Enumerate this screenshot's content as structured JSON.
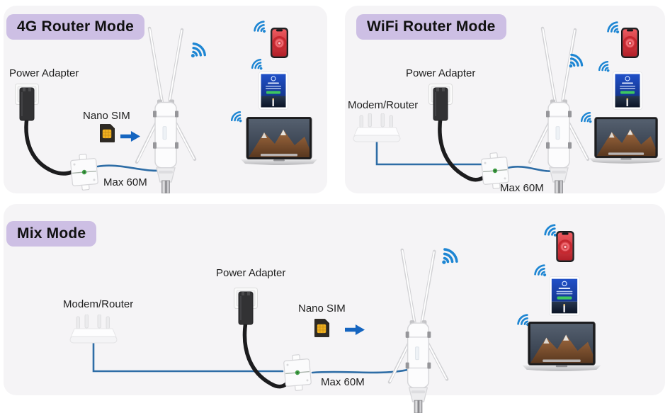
{
  "colors": {
    "panel-bg": "#f5f4f6",
    "badge-bg": "#cdbfe4",
    "badge-text": "#111111",
    "label-text": "#1f1f1f",
    "wifi-blue": "#1e86d3",
    "cable-blue": "#2e6da6",
    "cable-black": "#1c1c1e",
    "led-green": "#3f9d44",
    "sim-gold": "#f1b11f",
    "arrow-blue": "#1565c0"
  },
  "panels": [
    {
      "title": "4G Router Mode",
      "labels": {
        "power_adapter": "Power Adapter",
        "nano_sim": "Nano SIM",
        "max_distance": "Max 60M"
      }
    },
    {
      "title": "WiFi Router Mode",
      "labels": {
        "power_adapter": "Power Adapter",
        "modem_router": "Modem/Router",
        "max_distance": "Max 60M"
      }
    },
    {
      "title": "Mix Mode",
      "labels": {
        "modem_router": "Modem/Router",
        "power_adapter": "Power Adapter",
        "nano_sim": "Nano SIM",
        "max_distance": "Max 60M"
      }
    }
  ]
}
